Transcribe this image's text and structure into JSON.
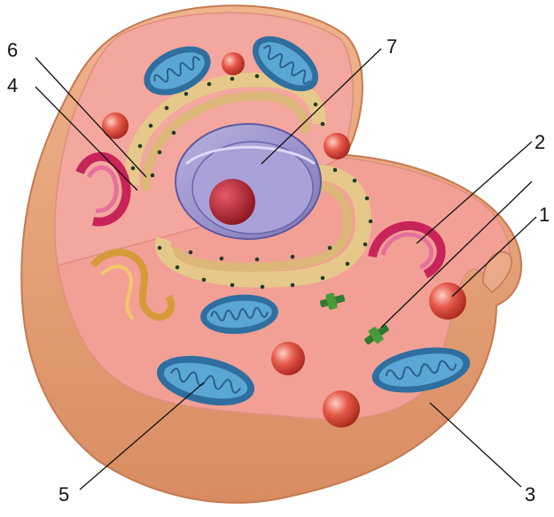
{
  "diagram": {
    "labels": [
      {
        "id": "1",
        "text": "1"
      },
      {
        "id": "2",
        "text": "2"
      },
      {
        "id": "3",
        "text": "3"
      },
      {
        "id": "4",
        "text": "4"
      },
      {
        "id": "5",
        "text": "5"
      },
      {
        "id": "6",
        "text": "6"
      },
      {
        "id": "7",
        "text": "7"
      },
      {
        "id": "8",
        "text": ""
      }
    ],
    "colors": {
      "membrane": "#e9a478",
      "cytoplasm": "#f2a49a",
      "mitochondrion": "#4a8fc0",
      "nucleus": "#9b93cc",
      "nucleolus": "#b3222e",
      "er": "#e6c98a",
      "ribosome": "#1f3d2a",
      "lysosome": "#d4473d",
      "golgi": "#c8245a",
      "centriole": "#2f7a2f"
    }
  }
}
